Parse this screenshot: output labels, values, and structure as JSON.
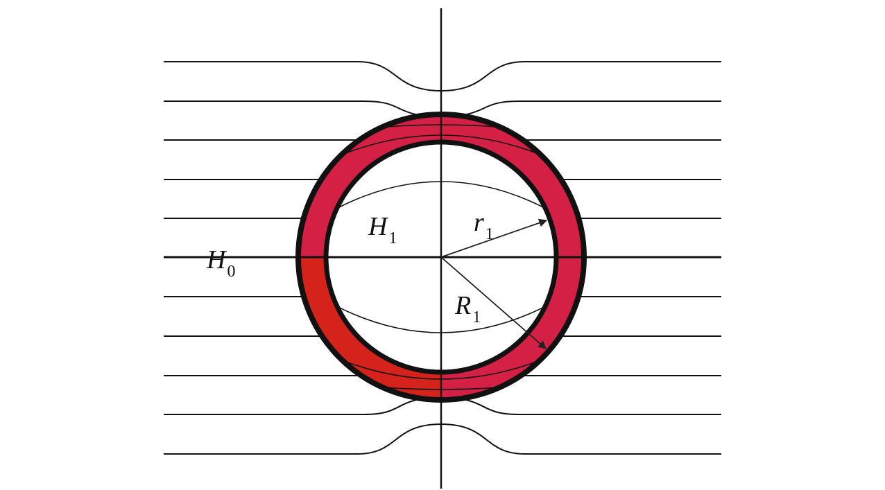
{
  "labels": {
    "external_field": {
      "symbol": "H",
      "subscript": "0"
    },
    "internal_field": {
      "symbol": "H",
      "subscript": "1"
    },
    "inner_radius": {
      "symbol": "r",
      "subscript": "1"
    },
    "outer_radius": {
      "symbol": "R",
      "subscript": "1"
    }
  },
  "colors": {
    "shell_fill": "#d42045",
    "shell_fill_lower_left": "#d5231c",
    "shell_border": "#111111",
    "field_line": "#111111",
    "background": "#ffffff"
  }
}
